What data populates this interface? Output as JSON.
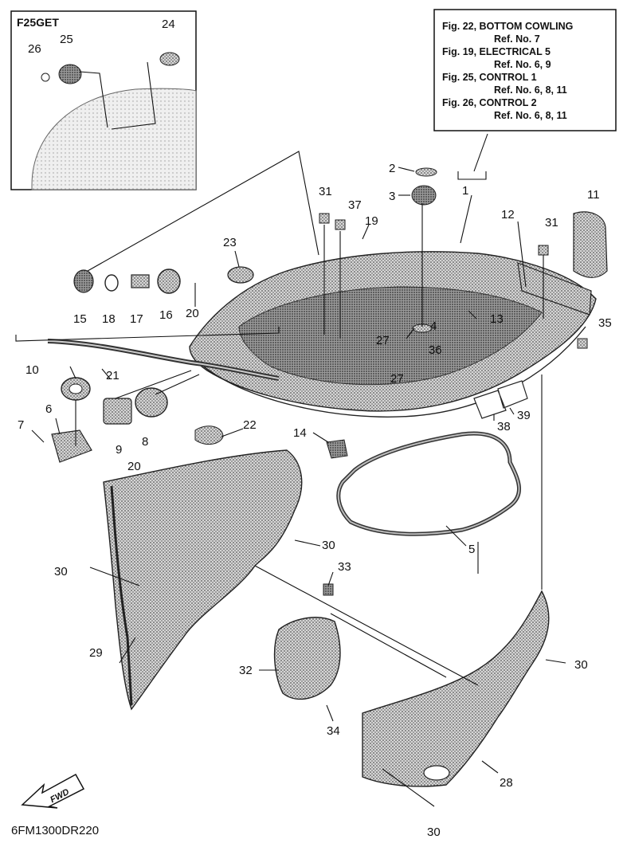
{
  "inset": {
    "title": "F25GET"
  },
  "ref_box": {
    "lines": [
      "Fig. 22, BOTTOM COWLING",
      "Ref. No. 7",
      "Fig. 19, ELECTRICAL 5",
      "Ref. No. 6, 9",
      "Fig. 25, CONTROL 1",
      "Ref. No. 6, 8, 11",
      "Fig. 26, CONTROL 2",
      "Ref. No. 6, 8, 11"
    ]
  },
  "part_labels": [
    "1",
    "2",
    "3",
    "4",
    "5",
    "6",
    "7",
    "8",
    "9",
    "10",
    "11",
    "12",
    "13",
    "14",
    "15",
    "16",
    "17",
    "18",
    "19",
    "20",
    "20",
    "21",
    "22",
    "23",
    "24",
    "25",
    "26",
    "27",
    "27",
    "28",
    "29",
    "30",
    "30",
    "30",
    "30",
    "31",
    "31",
    "32",
    "33",
    "34",
    "35",
    "36",
    "37",
    "38",
    "39"
  ],
  "fwd_label": "FWD",
  "drawing_code": "6FM1300DR220",
  "colors": {
    "ink": "#111111",
    "shade": "#8c8c8c",
    "light_shade": "#c8c8c8",
    "paper": "#ffffff"
  }
}
